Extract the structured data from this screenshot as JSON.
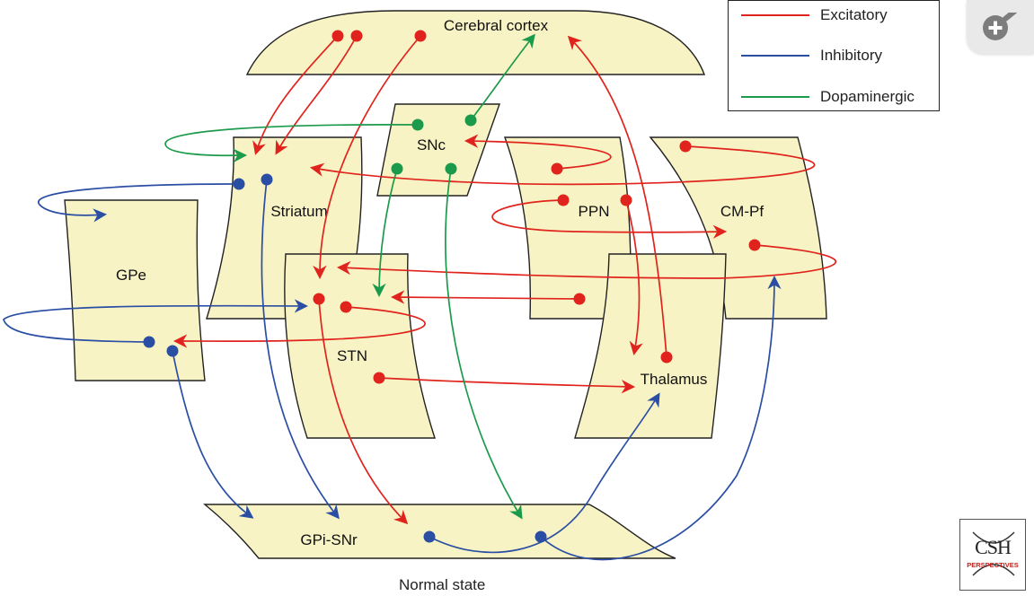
{
  "regions": {
    "cortex": "Cerebral cortex",
    "snc": "SNc",
    "striatum": "Striatum",
    "gpe": "GPe",
    "stn": "STN",
    "ppn": "PPN",
    "cmpf": "CM-Pf",
    "thalamus": "Thalamus",
    "gpi": "GPi-SNr"
  },
  "legend": {
    "excitatory": "Excitatory",
    "inhibitory": "Inhibitory",
    "dopaminergic": "Dopaminergic"
  },
  "colors": {
    "excitatory": "#e0231c",
    "inhibitory": "#2a4ea3",
    "dopaminergic": "#1c9a4b",
    "region_fill": "#f8f3c4"
  },
  "caption": "Normal state",
  "logo": {
    "main": "CSH",
    "sub": "PERSPECTIVES"
  },
  "icons": {
    "zoom": "zoom-in-icon"
  }
}
